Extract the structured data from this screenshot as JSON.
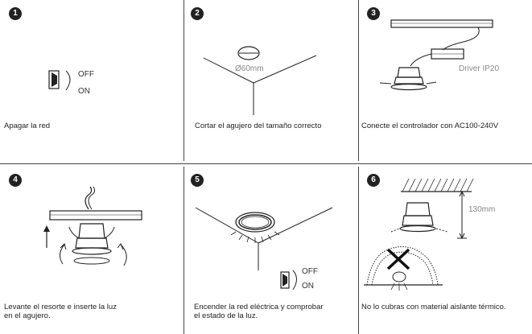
{
  "panels": [
    {
      "number": "1",
      "caption": "Apagar la red",
      "switch_off": "OFF",
      "switch_on": "ON"
    },
    {
      "number": "2",
      "caption": "Cortar el agujero del tamaño correcto",
      "hole_size": "Ø60mm"
    },
    {
      "number": "3",
      "caption": "Conecte el controlador con AC100-240V",
      "driver_label": "Driver IP20"
    },
    {
      "number": "4",
      "caption_line1": "Levante el resorte e inserte la luz",
      "caption_line2": "en el agujero."
    },
    {
      "number": "5",
      "caption_line1": "Encender la red eléctrica y comprobar",
      "caption_line2": "el estado de la luz.",
      "switch_off": "OFF",
      "switch_on": "ON"
    },
    {
      "number": "6",
      "caption": "No lo cubras con material aislante térmico.",
      "clearance": "130mm"
    }
  ]
}
